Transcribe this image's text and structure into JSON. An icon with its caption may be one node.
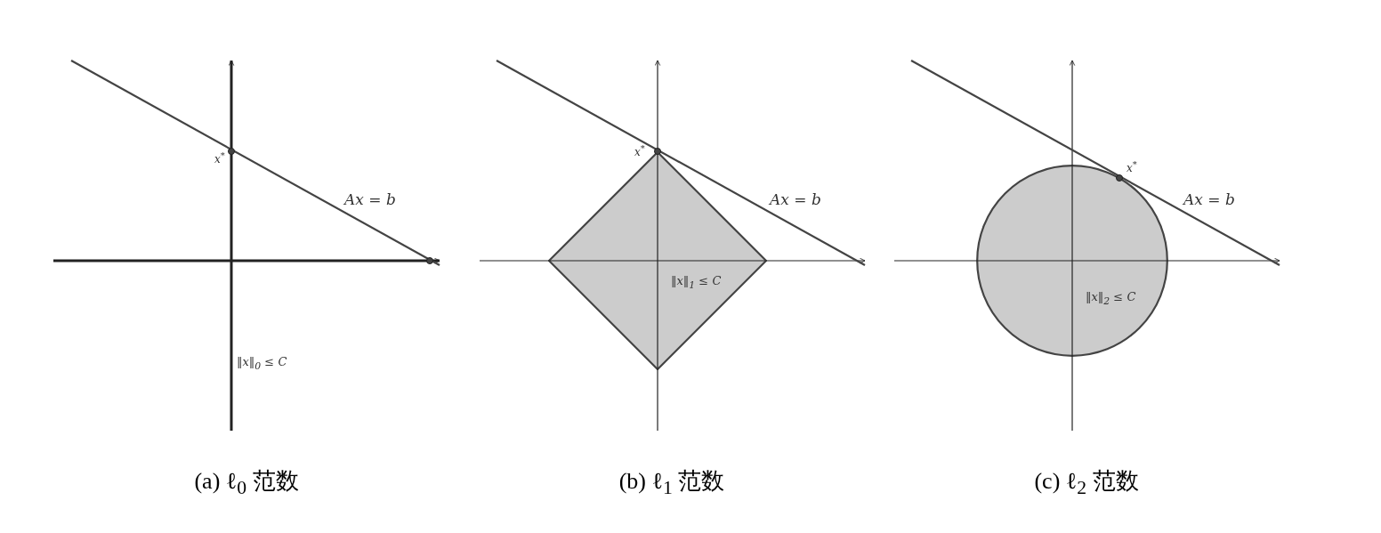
{
  "diagram": {
    "nodes": [
      {
        "text": [
          "‖x‖$_{1}$ ≤ C"
        ]
      },
      {
        "text": [
          "‖x‖$_{2}$ ≤ C"
        ]
      }
    ],
    "edges": [],
    "labels": [
      "x$^{*}$",
      "Ax = b",
      "‖x‖$_{0}$ ≤ C",
      "x$^{*}$",
      "Ax = b",
      "x$^{*}$",
      "Ax = b",
      "(a) ℓ$_{0}$ 范数",
      "(b) ℓ$_{1}$ 范数",
      "(c) ℓ$_{2}$ 范数"
    ]
  }
}
